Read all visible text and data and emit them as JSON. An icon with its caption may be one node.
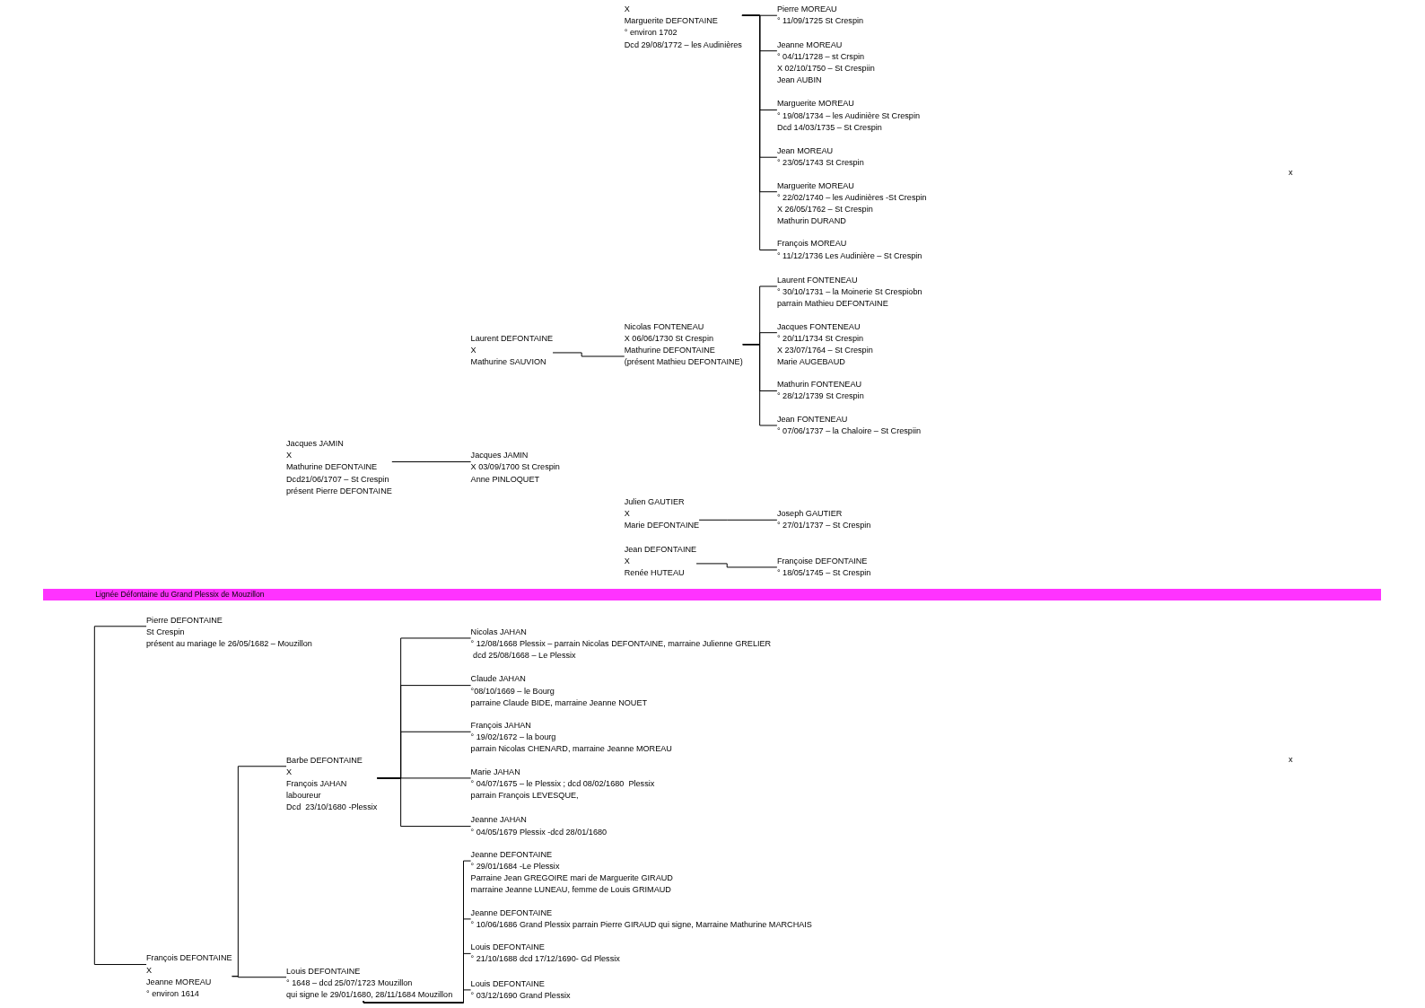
{
  "diagram": {
    "nodes": [
      {
        "text": [
          "X",
          "Marguerite DEFONTAINE",
          "° environ 1702",
          "Dcd 29/08/1772 – les Audinières"
        ]
      },
      {
        "text": [
          "Pierre MOREAU",
          "° 11/09/1725 St Crespin"
        ]
      },
      {
        "text": [
          "Jeanne MOREAU",
          "° 04/11/1728 – st Crspin",
          "X 02/10/1750 – St Crespiin",
          "Jean AUBIN"
        ]
      },
      {
        "text": [
          "Marguerite MOREAU",
          "° 19/08/1734 – les Audinière St Crespin",
          "Dcd 14/03/1735 – St Crespin"
        ]
      },
      {
        "text": [
          "Jean MOREAU",
          "° 23/05/1743 St Crespin"
        ]
      },
      {
        "text": [
          "Marguerite MOREAU",
          "° 22/02/1740 – les Audinières -St Crespin",
          "X 26/05/1762 – St Crespin",
          "Mathurin DURAND"
        ]
      },
      {
        "text": [
          "François MOREAU",
          "° 11/12/1736 Les Audinière – St Crespin"
        ]
      },
      {
        "text": [
          "Laurent DEFONTAINE",
          "X",
          "Mathurine SAUVION"
        ]
      },
      {
        "text": [
          "Nicolas FONTENEAU",
          "X 06/06/1730 St Crespin",
          "Mathurine DEFONTAINE",
          "(présent Mathieu DEFONTAINE)"
        ]
      },
      {
        "text": [
          "Laurent FONTENEAU",
          "° 30/10/1731 – la Moinerie St Crespiobn",
          "parrain Mathieu DEFONTAINE"
        ]
      },
      {
        "text": [
          "Jacques FONTENEAU",
          "° 20/11/1734 St Crespin",
          "X 23/07/1764 – St Crespin",
          "Marie AUGEBAUD"
        ]
      },
      {
        "text": [
          "Mathurin FONTENEAU",
          "° 28/12/1739 St Crespin"
        ]
      },
      {
        "text": [
          "Jean FONTENEAU",
          "° 07/06/1737 – la Chaloire – St Crespiin"
        ]
      },
      {
        "text": [
          "Jacques JAMIN",
          "X",
          "Mathurine DEFONTAINE",
          "Dcd21/06/1707 – St Crespin",
          "présent Pierre DEFONTAINE"
        ]
      },
      {
        "text": [
          "Jacques JAMIN",
          "X 03/09/1700 St Crespin",
          "Anne PINLOQUET"
        ]
      },
      {
        "text": [
          "Julien GAUTIER",
          "X",
          "Marie DEFONTAINE"
        ]
      },
      {
        "text": [
          "Joseph GAUTIER",
          "° 27/01/1737 – St Crespin"
        ]
      },
      {
        "text": [
          "Jean DEFONTAINE",
          "X",
          "Renée HUTEAU"
        ]
      },
      {
        "text": [
          "Françoise DEFONTAINE",
          "° 18/05/1745 – St Crespin"
        ]
      },
      {
        "text": [
          "Lignée Défontaine du Grand Plessix de Mouzillon"
        ]
      },
      {
        "text": [
          "Pierre DEFONTAINE",
          "St Crespin",
          "présent au mariage le 26/05/1682 – Mouzillon"
        ]
      },
      {
        "text": [
          "Barbe DEFONTAINE",
          "X",
          "François JAHAN",
          "laboureur",
          "Dcd  23/10/1680 -Plessix"
        ]
      },
      {
        "text": [
          "Nicolas JAHAN",
          "° 12/08/1668 Plessix – parrain Nicolas DEFONTAINE, marraine Julienne GRELIER",
          " dcd 25/08/1668 – Le Plessix"
        ]
      },
      {
        "text": [
          "Claude JAHAN",
          "°08/10/1669 – le Bourg",
          "parraine Claude BIDE, marraine Jeanne NOUET"
        ]
      },
      {
        "text": [
          "François JAHAN",
          "° 19/02/1672 – la bourg",
          "parrain Nicolas CHENARD, marraine Jeanne MOREAU"
        ]
      },
      {
        "text": [
          "Marie JAHAN",
          "° 04/07/1675 – le Plessix ; dcd 08/02/1680  Plessix",
          "parrain François LEVESQUE,"
        ]
      },
      {
        "text": [
          "Jeanne JAHAN",
          "° 04/05/1679 Plessix -dcd 28/01/1680"
        ]
      },
      {
        "text": [
          "François DEFONTAINE",
          "X",
          "Jeanne MOREAU",
          "° environ 1614"
        ]
      },
      {
        "text": [
          "Louis DEFONTAINE",
          "° 1648 – dcd 25/07/1723 Mouzillon",
          "qui signe le 29/01/1680, 28/11/1684 Mouzillon"
        ]
      },
      {
        "text": [
          "Jeanne DEFONTAINE",
          "° 29/01/1684 -Le Plessix",
          "Parraine Jean GREGOIRE mari de Marguerite GIRAUD",
          "marraine Jeanne LUNEAU, femme de Louis GRIMAUD"
        ]
      },
      {
        "text": [
          "Jeanne DEFONTAINE",
          "° 10/06/1686 Grand Plessix parrain Pierre GIRAUD qui signe, Marraine Mathurine MARCHAIS"
        ]
      },
      {
        "text": [
          "Louis DEFONTAINE",
          "° 21/10/1688 dcd 17/12/1690- Gd Plessix"
        ]
      },
      {
        "text": [
          "Louis DEFONTAINE",
          "° 03/12/1690 Grand Plessix"
        ]
      }
    ],
    "edges": [
      {
        "from": 0,
        "to": 1,
        "arrow": "none"
      },
      {
        "from": 0,
        "to": 2,
        "arrow": "none"
      },
      {
        "from": 0,
        "to": 3,
        "arrow": "none"
      },
      {
        "from": 0,
        "to": 4,
        "arrow": "none"
      },
      {
        "from": 0,
        "to": 5,
        "arrow": "none"
      },
      {
        "from": 0,
        "to": 6,
        "arrow": "none"
      },
      {
        "from": 7,
        "to": 8,
        "arrow": "none"
      },
      {
        "from": 8,
        "to": 9,
        "arrow": "none"
      },
      {
        "from": 8,
        "to": 10,
        "arrow": "none"
      },
      {
        "from": 8,
        "to": 11,
        "arrow": "none"
      },
      {
        "from": 8,
        "to": 12,
        "arrow": "none"
      },
      {
        "from": 13,
        "to": 14,
        "arrow": "none"
      },
      {
        "from": 15,
        "to": 16,
        "arrow": "none"
      },
      {
        "from": 17,
        "to": 18,
        "arrow": "none"
      },
      {
        "from": 20,
        "to": 27,
        "arrow": "none"
      },
      {
        "from": 27,
        "to": 21,
        "arrow": "none"
      },
      {
        "from": 27,
        "to": 28,
        "arrow": "none"
      },
      {
        "from": 21,
        "to": 22,
        "arrow": "none"
      },
      {
        "from": 21,
        "to": 23,
        "arrow": "none"
      },
      {
        "from": 21,
        "to": 24,
        "arrow": "none"
      },
      {
        "from": 21,
        "to": 25,
        "arrow": "none"
      },
      {
        "from": 21,
        "to": 26,
        "arrow": "none"
      },
      {
        "from": 28,
        "to": 29,
        "arrow": "none"
      },
      {
        "from": 28,
        "to": 30,
        "arrow": "none"
      },
      {
        "from": 28,
        "to": 31,
        "arrow": "none"
      },
      {
        "from": 28,
        "to": 32,
        "arrow": "none"
      }
    ],
    "labels": [
      "x",
      "x"
    ]
  }
}
